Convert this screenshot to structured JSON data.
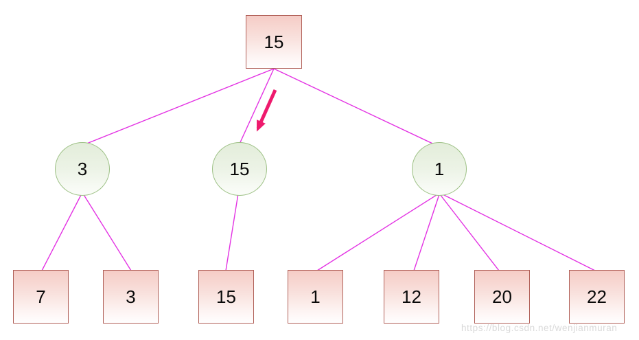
{
  "diagram": {
    "type": "tree",
    "description": "Heap insertion tree diagram with an arrow highlighting the newly inserted node path",
    "root": {
      "label": "15",
      "shape": "square"
    },
    "internal": [
      {
        "label": "3",
        "shape": "circle",
        "children": [
          "7",
          "3"
        ]
      },
      {
        "label": "15",
        "shape": "circle",
        "children": [
          "15"
        ]
      },
      {
        "label": "1",
        "shape": "circle",
        "children": [
          "1",
          "12",
          "20",
          "22"
        ]
      }
    ],
    "leaves": [
      {
        "label": "7"
      },
      {
        "label": "3"
      },
      {
        "label": "15"
      },
      {
        "label": "1"
      },
      {
        "label": "12"
      },
      {
        "label": "20"
      },
      {
        "label": "22"
      }
    ]
  },
  "colors": {
    "edge": "#e332e3",
    "arrow": "#ee1a6d",
    "square_border": "#b05f57",
    "square_fill_top": "#f5ccc6",
    "circle_border": "#9cc084",
    "circle_fill_top": "#e3edda",
    "background": "#ffffff",
    "watermark_text": "#d9d9d9"
  },
  "watermark": {
    "text": "https://blog.csdn.net/wenjianmuran"
  }
}
